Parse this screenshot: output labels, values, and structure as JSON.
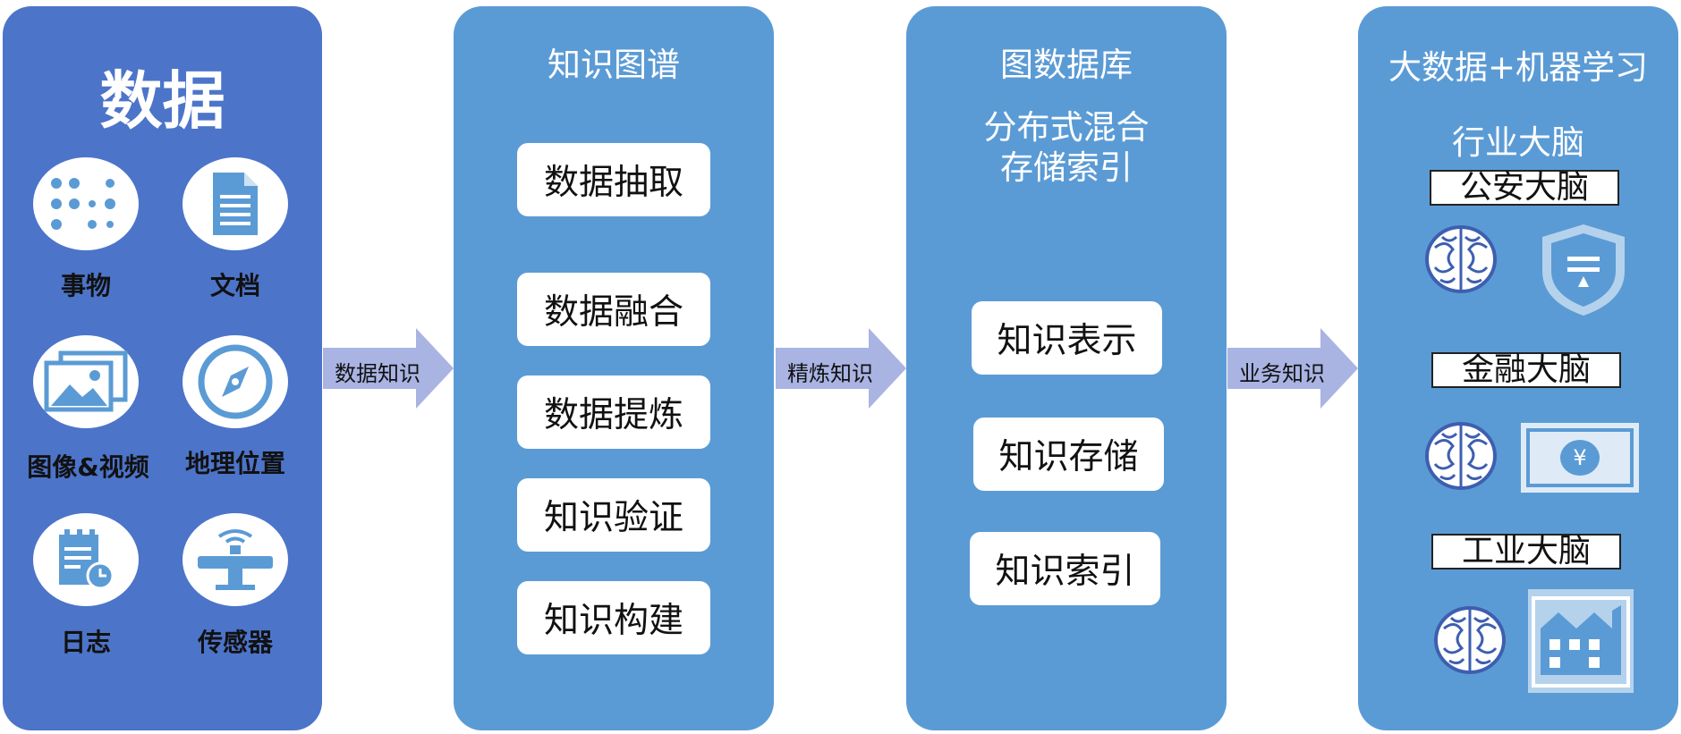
{
  "data_panel": {
    "title": "数据",
    "items": [
      {
        "label": "事物",
        "icon": "dots-icon"
      },
      {
        "label": "文档",
        "icon": "document-icon"
      },
      {
        "label": "图像&视频",
        "icon": "image-icon"
      },
      {
        "label": "地理位置",
        "icon": "compass-icon"
      },
      {
        "label": "日志",
        "icon": "log-icon"
      },
      {
        "label": "传感器",
        "icon": "sensor-icon"
      }
    ]
  },
  "kg_panel": {
    "title": "知识图谱",
    "steps": [
      "数据抽取",
      "数据融合",
      "数据提炼",
      "知识验证",
      "知识构建"
    ]
  },
  "graphdb_panel": {
    "title": "图数据库",
    "subtitle_line1": "分布式混合",
    "subtitle_line2": "存储索引",
    "steps": [
      "知识表示",
      "知识存储",
      "知识索引"
    ]
  },
  "ml_panel": {
    "title": "大数据+机器学习",
    "subtitle": "行业大脑",
    "brains": [
      {
        "label": "公安大脑",
        "icon": "police-shield-icon"
      },
      {
        "label": "金融大脑",
        "icon": "banknote-icon"
      },
      {
        "label": "工业大脑",
        "icon": "factory-icon"
      }
    ]
  },
  "arrows": [
    "数据知识",
    "精炼知识",
    "业务知识"
  ],
  "colors": {
    "data_panel": "#4c74c9",
    "panel": "#5b9bd5",
    "arrow": "#a9b4e3",
    "icon_blue": "#5b9bd5"
  }
}
